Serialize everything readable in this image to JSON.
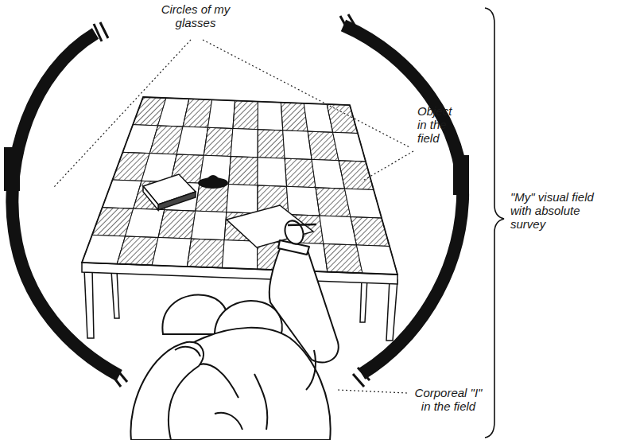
{
  "diagram": {
    "labels": [
      "Circles of my glasses",
      "Object in the field",
      "\"My\" visual field with absolute survey",
      "Corporeal \"I\" in the field"
    ]
  }
}
